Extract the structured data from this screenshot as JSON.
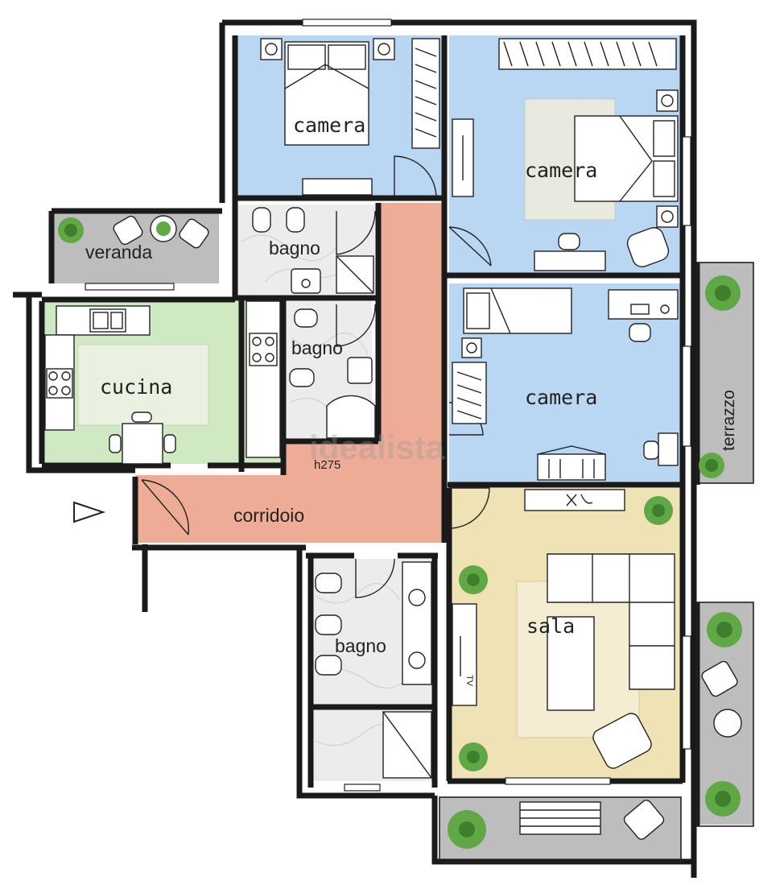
{
  "watermark": "idealista",
  "height_note": "h275",
  "rooms": {
    "camera_1": "camera",
    "camera_2": "camera",
    "camera_3": "camera",
    "bagno_1": "bagno",
    "bagno_2": "bagno",
    "bagno_3": "bagno",
    "cucina": "cucina",
    "sala": "sala",
    "corridoio": "corridoio",
    "veranda": "veranda",
    "terrazzo": "terrazzo"
  },
  "tv_label": "TV",
  "colors": {
    "bedroom": "#b9d7f2",
    "kitchen": "#cfeac3",
    "corridor": "#eeac96",
    "living": "#efe2b5",
    "bath": "#ececec",
    "outdoor": "#bdbdbd",
    "rug": "#e9eadf",
    "plant": "#5fa845"
  }
}
